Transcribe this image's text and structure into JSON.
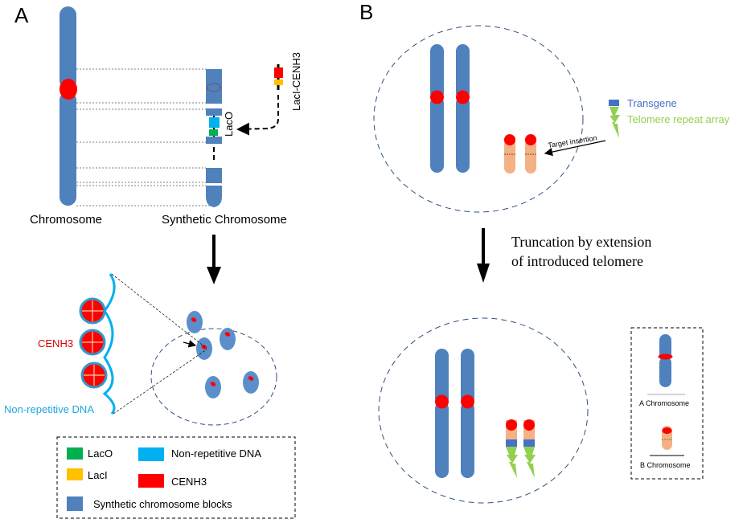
{
  "panel_a": {
    "label": "A",
    "chromosome_label": "Chromosome",
    "synthetic_label": "Synthetic Chromosome",
    "laco_label": "LacO",
    "laci_cenh3_label": "LacI-CENH3",
    "cenh3_label": "CENH3",
    "nonrep_label": "Non-repetitive DNA",
    "legend": [
      {
        "label": "LacO",
        "color": "#00B050"
      },
      {
        "label": "Non-repetitive DNA",
        "color": "#00B0F0"
      },
      {
        "label": "LacI",
        "color": "#FFC000"
      },
      {
        "label": "CENH3",
        "color": "#FF0000"
      },
      {
        "label": "Synthetic chromosome blocks",
        "color": "#4F81BD"
      }
    ]
  },
  "panel_b": {
    "label": "B",
    "transgene_label": "Transgene",
    "telomere_label": "Telomere repeat array",
    "target_label": "Target insertion",
    "truncation_line1": "Truncation by extension",
    "truncation_line2": "of introduced telomere",
    "legend": {
      "a_label": "A Chromosome",
      "b_label": "B Chromosome"
    }
  },
  "colors": {
    "chromosome_blue": "#4F81BD",
    "centromere_red": "#FF0000",
    "b_chrom_orange": "#F4B183",
    "telomere_green": "#92D050",
    "transgene_blue": "#4472C4",
    "cyan": "#00B0F0",
    "laco_green": "#00B050",
    "laci_yellow": "#FFC000",
    "dashed_navy": "#2F4F7F"
  }
}
